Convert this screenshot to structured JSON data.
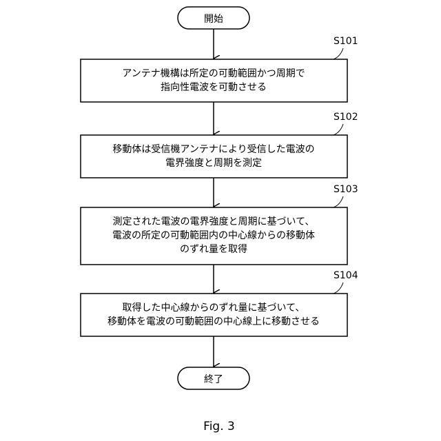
{
  "start_label": "開始",
  "end_label": "終了",
  "steps": [
    {
      "id": "S101",
      "lines": [
        "アンテナ機構は所定の可動範囲かつ周期で",
        "指向性電波を可動させる"
      ]
    },
    {
      "id": "S102",
      "lines": [
        "移動体は受信機アンテナにより受信した電波の",
        "電界強度と周期を測定"
      ]
    },
    {
      "id": "S103",
      "lines": [
        "測定された電波の電界強度と周期に基づいて、",
        "電波の所定の可動範囲内の中心線からの移動体",
        "のずれ量を取得"
      ]
    },
    {
      "id": "S104",
      "lines": [
        "取得した中心線からのずれ量に基づいて、",
        "移動体を電波の可動範囲の中心線上に移動させる"
      ]
    }
  ],
  "caption": "Fig. 3"
}
